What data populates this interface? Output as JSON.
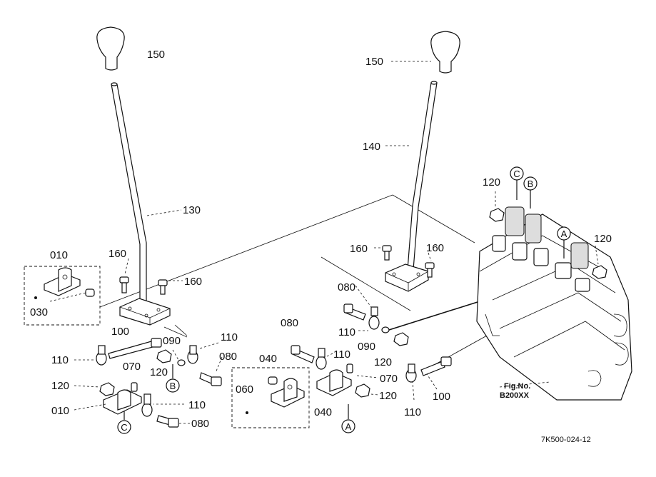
{
  "labels": {
    "l150a": "150",
    "l150b": "150",
    "l140": "140",
    "l130": "130",
    "l120a": "120",
    "l120b": "120",
    "l120c": "120",
    "l120d": "120",
    "l120e": "120",
    "l120f": "120",
    "l160a": "160",
    "l160b": "160",
    "l160c": "160",
    "l160d": "160",
    "l010a": "010",
    "l010b": "010",
    "l030": "030",
    "l100a": "100",
    "l100b": "100",
    "l110a": "110",
    "l110b": "110",
    "l110c": "110",
    "l110d": "110",
    "l110e": "110",
    "l110f": "110",
    "l090a": "090",
    "l090b": "090",
    "l080a": "080",
    "l080b": "080",
    "l080c": "080",
    "l080d": "080",
    "l070a": "070",
    "l070b": "070",
    "l040a": "040",
    "l040b": "040",
    "l060": "060"
  },
  "callouts": {
    "a1": "A",
    "a2": "A",
    "b1": "B",
    "b2": "B",
    "c1": "C",
    "c2": "C"
  },
  "fig_no_label": "Fig.No.",
  "fig_no_value": "B200XX",
  "drawing_code": "7K500-024-12"
}
